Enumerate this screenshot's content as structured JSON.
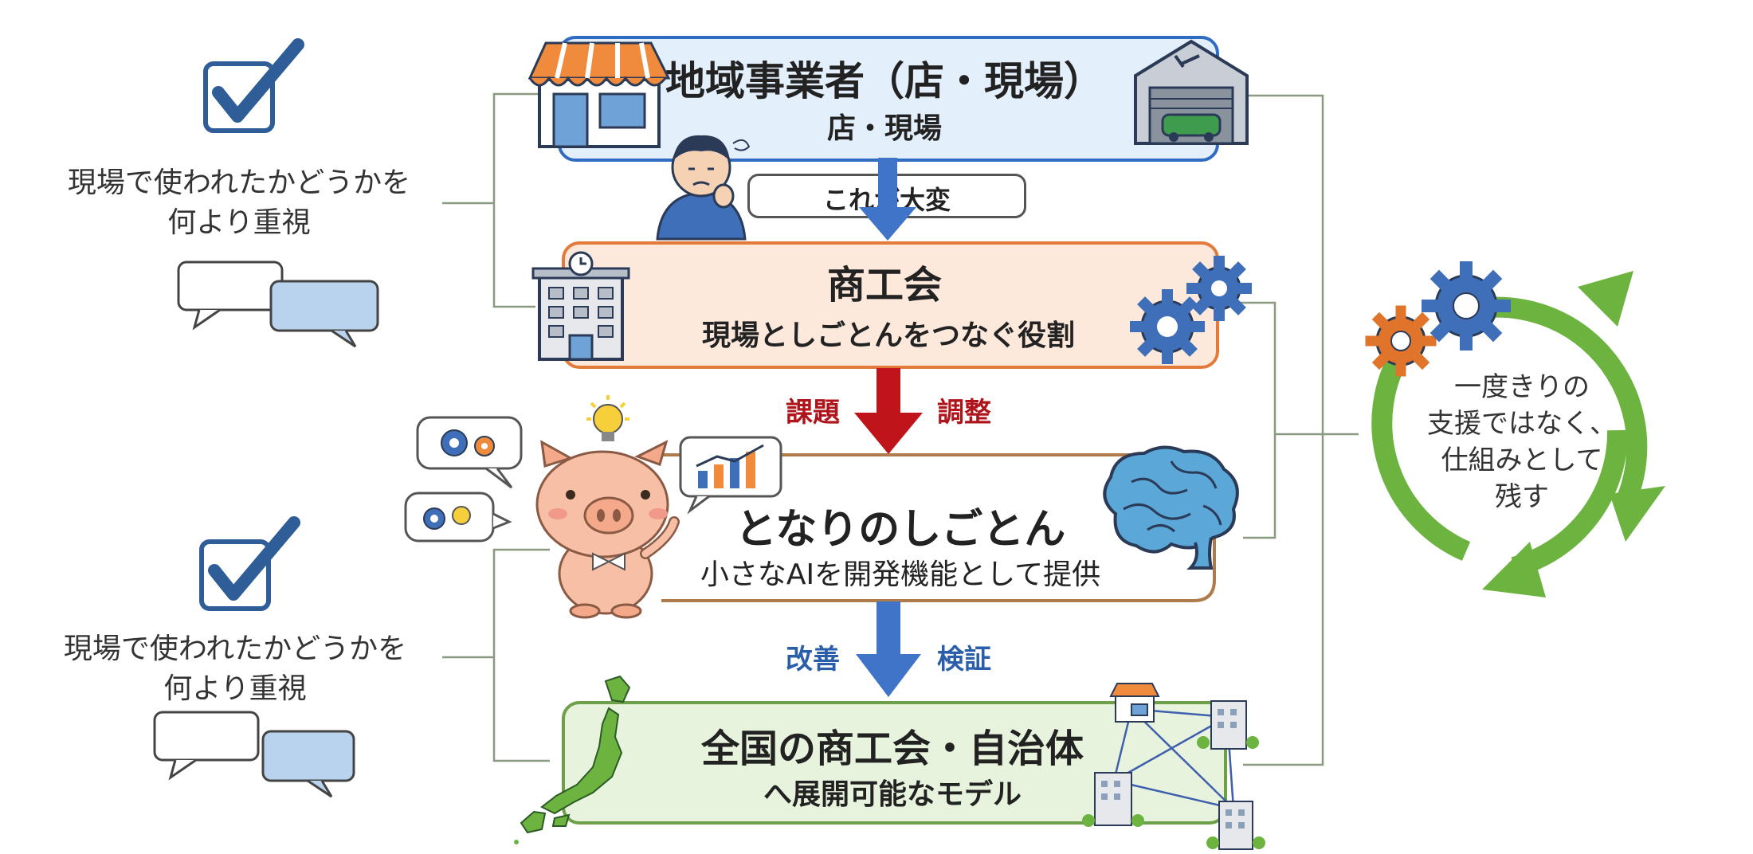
{
  "boxes": {
    "top": {
      "title": "地域事業者（店・現場）",
      "subtitle": "店・現場"
    },
    "middle": {
      "title": "商工会",
      "subtitle": "現場としごとんをつなぐ役割"
    },
    "platform": {
      "title": "となりのしごとん",
      "subtitle": "小さなAIを開発機能として提供"
    },
    "bottom": {
      "title": "全国の商工会・自治体",
      "subtitle": "へ展開可能なモデル"
    }
  },
  "callouts": {
    "hard": "これが大変",
    "issue_left": "課題",
    "issue_right": "調整",
    "improve_left": "改善",
    "improve_right": "検証"
  },
  "left_notes": {
    "upper": [
      "現場で使われたかどうかを",
      "何より重視"
    ],
    "lower": [
      "現場で使われたかどうかを",
      "何より重視"
    ]
  },
  "cycle_text": [
    "一度きりの",
    "支援ではなく、",
    "仕組みとして",
    "残す"
  ],
  "colors": {
    "blue_arrow": "#3f74c9",
    "red_arrow": "#c0141b",
    "cycle_green": "#6db33f",
    "top_fill": "#e3effa",
    "middle_fill": "#fde8dc",
    "bottom_fill": "#e7f3dc",
    "check_blue": "#2f5d97"
  }
}
